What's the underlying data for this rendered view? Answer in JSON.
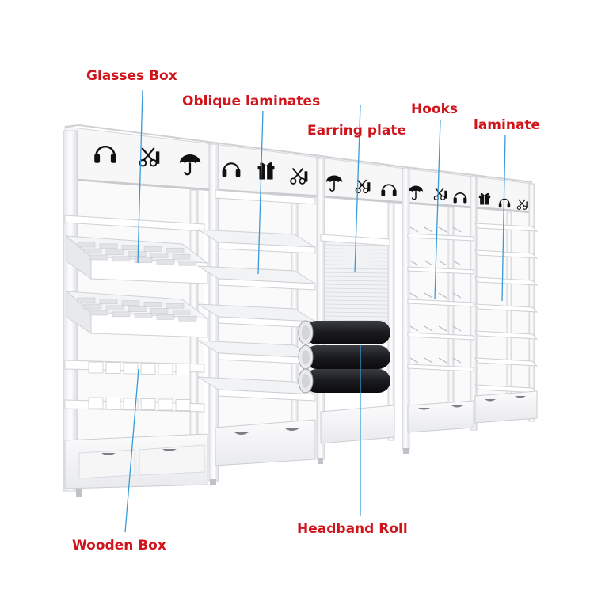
{
  "colors": {
    "label_red": "#d0141c",
    "pointer_blue": "#3a9ad8",
    "frame_white": "#f6f6f7",
    "frame_shadow": "#d3d5d9",
    "roll_dark": "#1c1d21",
    "icon_black": "#111111"
  },
  "labels": {
    "glasses_box": "Glasses Box",
    "oblique_laminates": "Oblique laminates",
    "earring_plate": "Earring plate",
    "hooks": "Hooks",
    "laminate": "laminate",
    "headband_roll": "Headband Roll",
    "wooden_box": "Wooden Box"
  },
  "header_icons": [
    "headphones-icon",
    "scissors-comb-icon",
    "umbrella-icon",
    "headphones-icon",
    "gift-icon",
    "scissors-comb-icon",
    "umbrella-icon",
    "scissors-comb-icon",
    "headphones-icon",
    "umbrella-icon",
    "scissors-comb-icon",
    "headphones-icon",
    "gift-icon",
    "headphones-icon",
    "scissors-comb-icon"
  ]
}
